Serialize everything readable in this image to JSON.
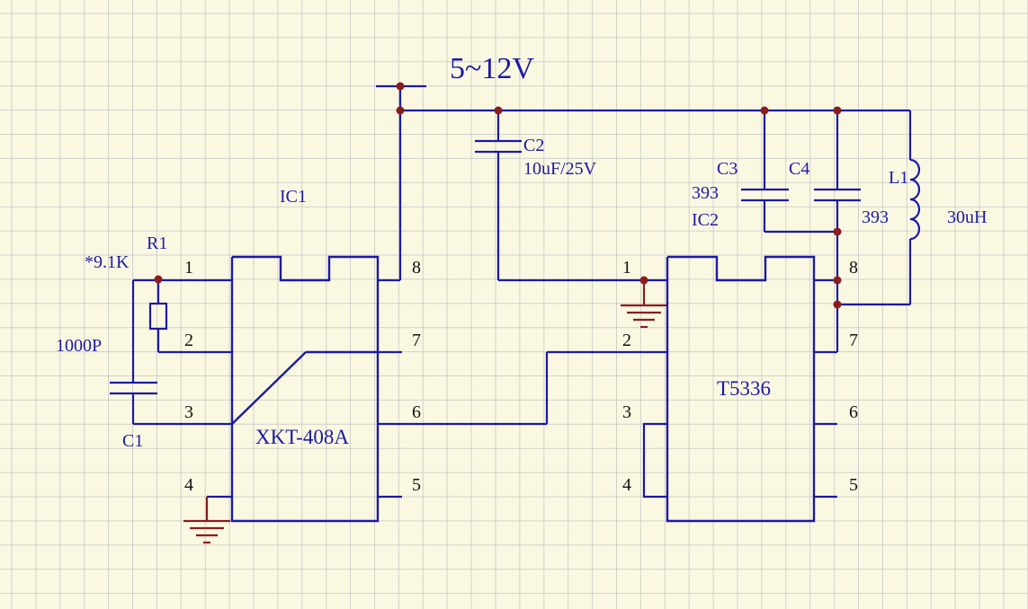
{
  "supply_label": "5~12V",
  "ic1": {
    "designator": "IC1",
    "part": "XKT-408A",
    "pins": [
      "1",
      "2",
      "3",
      "4",
      "8",
      "7",
      "6",
      "5"
    ]
  },
  "ic2": {
    "designator": "IC2",
    "part": "T5336",
    "pins": [
      "1",
      "2",
      "3",
      "4",
      "8",
      "7",
      "6",
      "5"
    ]
  },
  "r1": {
    "designator": "R1",
    "value": "*9.1K"
  },
  "c1": {
    "designator": "C1",
    "value": "1000P"
  },
  "c2": {
    "designator": "C2",
    "value": "10uF/25V"
  },
  "c3": {
    "designator": "C3",
    "value": "393"
  },
  "c4": {
    "designator": "C4",
    "value": "393"
  },
  "l1": {
    "designator": "L1",
    "value": "30uH"
  },
  "colors": {
    "background": "#fbf8e2",
    "grid": "#cfd0cc",
    "wire": "#1a1aa6",
    "junction": "#8b1c1c",
    "ground": "#8b1c1c",
    "pin_text": "#111111"
  }
}
